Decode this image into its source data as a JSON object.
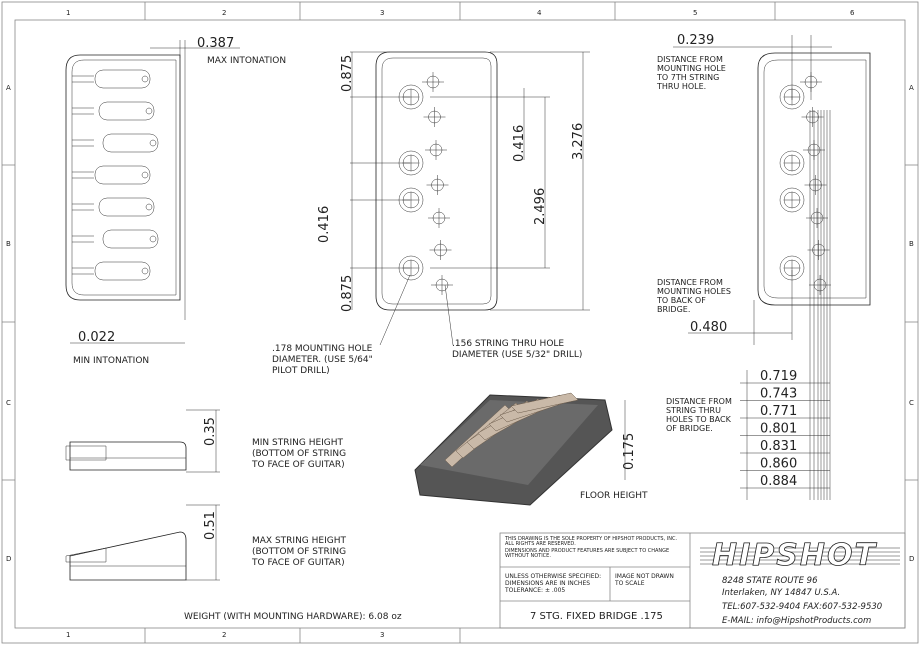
{
  "zones": {
    "columns": [
      "1",
      "2",
      "3",
      "4",
      "5",
      "6"
    ],
    "rows": [
      "A",
      "B",
      "C",
      "D"
    ]
  },
  "top_view": {
    "max_intonation_value": "0.387",
    "max_intonation_label": "MAX INTONATION",
    "min_intonation_value": "0.022",
    "min_intonation_label": "MIN INTONATION"
  },
  "bottom_view": {
    "dim_top": "0.875",
    "dim_mid_upper": "0.416",
    "dim_mid_lower": "0.416",
    "dim_bottom": "0.875",
    "dim_span": "2.496",
    "dim_total": "3.276",
    "note_mounting": [
      ".178 MOUNTING HOLE",
      "DIAMETER. (USE 5/64\"",
      "PILOT DRILL)"
    ],
    "note_string": [
      ".156 STRING THRU HOLE",
      "DIAMETER (USE 5/32\" DRILL)"
    ]
  },
  "right_view": {
    "dim_7th": "0.239",
    "note_7th": [
      "DISTANCE FROM",
      "MOUNTING HOLE",
      "TO 7TH STRING",
      "THRU HOLE."
    ],
    "note_back": [
      "DISTANCE FROM",
      "MOUNTING HOLES",
      "TO BACK OF",
      "BRIDGE."
    ],
    "dim_back": "0.480",
    "note_thru": [
      "DISTANCE FROM",
      "STRING THRU",
      "HOLES TO BACK",
      "OF BRIDGE."
    ],
    "thru_dims": [
      "0.719",
      "0.743",
      "0.771",
      "0.801",
      "0.831",
      "0.860",
      "0.884"
    ]
  },
  "side_views": {
    "min_height": "0.35",
    "min_note": [
      "MIN STRING HEIGHT",
      "(BOTTOM OF STRING",
      "TO FACE OF GUITAR)"
    ],
    "max_height": "0.51",
    "max_note": [
      "MAX STRING HEIGHT",
      "(BOTTOM OF STRING",
      "TO FACE OF GUITAR)"
    ]
  },
  "iso_view": {
    "floor_height": "0.175",
    "floor_label": "FLOOR HEIGHT"
  },
  "weight": "WEIGHT (WITH MOUNTING HARDWARE): 6.08 oz",
  "title_block": {
    "property_note": [
      "THIS DRAWING IS THE SOLE PROPERTY OF HIPSHOT PRODUCTS, INC.",
      "ALL RIGHTS ARE RESERVED.",
      "DIMENSIONS AND PRODUCT FEATURES ARE SUBJECT TO CHANGE",
      "WITHOUT NOTICE."
    ],
    "spec_note": [
      "UNLESS OTHERWISE SPECIFIED:",
      "DIMENSIONS ARE IN INCHES",
      "TOLERANCE: ± .005"
    ],
    "scale_note": [
      "IMAGE NOT DRAWN",
      "TO SCALE"
    ],
    "title": "7 STG. FIXED BRIDGE .175",
    "logo": "HIPSHOT",
    "address1": "8248 STATE ROUTE 96",
    "address2": "Interlaken, NY 14847 U.S.A.",
    "phone": "TEL:607-532-9404 FAX:607-532-9530",
    "email": "E-MAIL: info@HipshotProducts.com"
  }
}
